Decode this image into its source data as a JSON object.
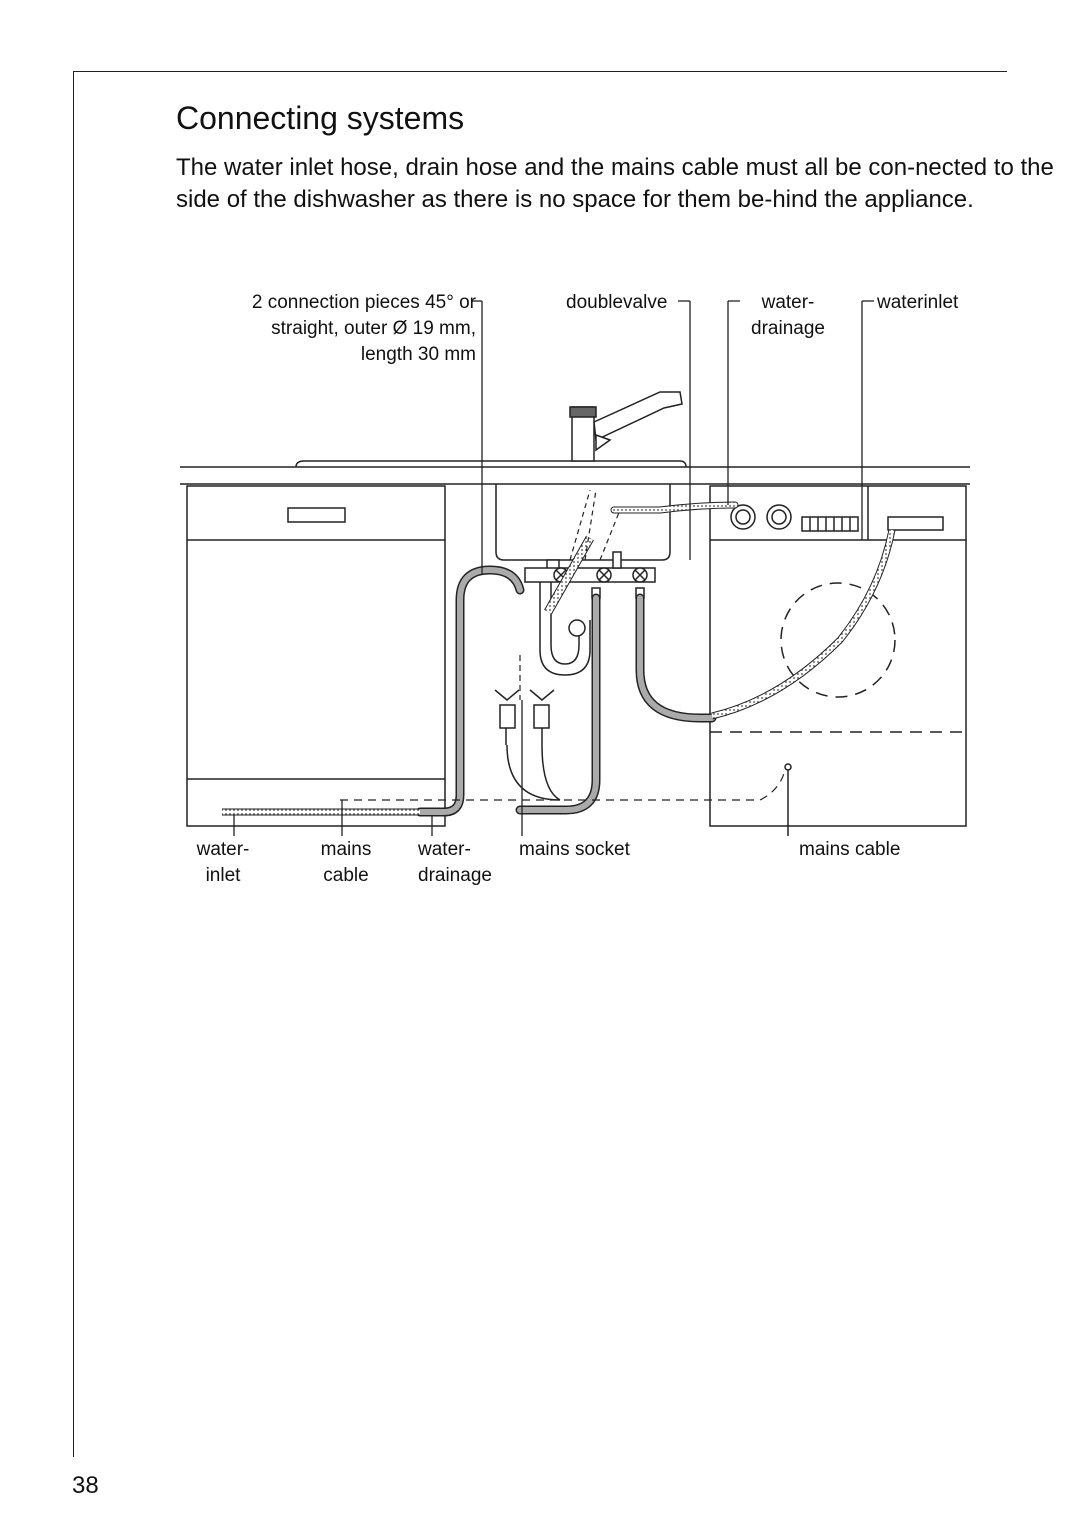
{
  "page": {
    "title": "Connecting systems",
    "intro": "The water inlet hose, drain hose and the mains cable must all be con-nected to the side of the dishwasher as there is no space for them be-hind the appliance.",
    "page_number": "38"
  },
  "figure": {
    "labels": {
      "connection_pieces_line1": "2 connection pieces 45° or",
      "connection_pieces_line2": "straight, outer Ø 19 mm,",
      "connection_pieces_line3": "length 30 mm",
      "doublevalve": "doublevalve",
      "water_drainage_top_line1": "water-",
      "water_drainage_top_line2": "drainage",
      "waterinlet": "waterinlet",
      "water_inlet_line1": "water-",
      "water_inlet_line2": "inlet",
      "mains_cable_line1": "mains",
      "mains_cable_line2": "cable",
      "water_drainage_bottom_line1": "water-",
      "water_drainage_bottom_line2": "drainage",
      "mains_socket": "mains socket",
      "mains_cable_right": "mains cable"
    }
  }
}
